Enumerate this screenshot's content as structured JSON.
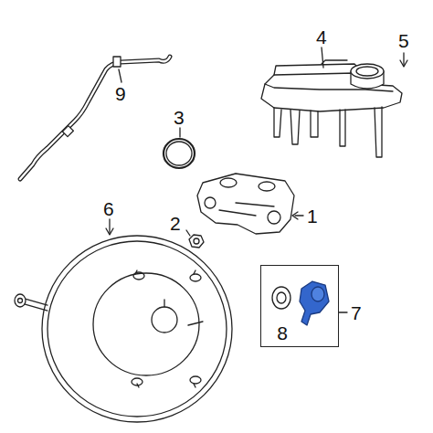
{
  "diagram": {
    "nodes": [
      {
        "text": [
          "8"
        ]
      }
    ],
    "labels": [
      "5",
      "4",
      "9",
      "3",
      "1",
      "2",
      "6",
      "7"
    ]
  }
}
